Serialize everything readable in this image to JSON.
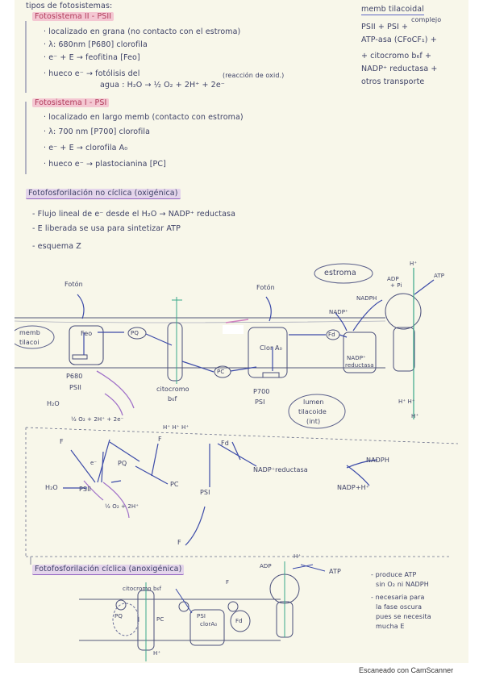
{
  "page": {
    "title": "tipos de fotosistemas:",
    "psii": {
      "heading": "Fotosistema II - PSII",
      "lines": [
        "· localizado en grana (no contacto con el estroma)",
        "· λ: 680nm [P680] clorofila",
        "· e⁻ + E → feofitina [Feo]",
        "· hueco e⁻ → fotólisis del",
        "agua : H₂O → ½ O₂ + 2H⁺ + 2e⁻"
      ],
      "note": "(reacción de oxid.)"
    },
    "psi": {
      "heading": "Fotosistema I - PSI",
      "lines": [
        "· localizado en largo memb (contacto con estroma)",
        "· λ: 700 nm [P700] clorofila",
        "· e⁻ + E → clorofila A₀",
        "· hueco e⁻ → plastocianina [PC]"
      ]
    },
    "side_note": {
      "title": "memb tilacoidal",
      "lines": [
        "PSII + PSI +",
        "ATP-asa (CFoCF₁) +",
        "+ citocromo b₆f +",
        "NADP⁺ reductasa +",
        "otros transporte"
      ],
      "small": "complejo"
    },
    "noncyclic": {
      "heading": "Fotofosforilación no cíclica (oxigénica)",
      "lines": [
        "- Flujo lineal de e⁻ desde el H₂O → NADP⁺ reductasa",
        "- E liberada se usa para sintetizar ATP",
        "- esquema Z"
      ]
    },
    "diagram1": {
      "estroma": "estroma",
      "foton1": "Fotón",
      "foton2": "Fotón",
      "memb": [
        "memb",
        "tilacoi"
      ],
      "feo": "Feo",
      "pq": "PQ",
      "pc": "PC",
      "p680": [
        "P680",
        "PSII"
      ],
      "h2o": "H₂O",
      "h2o_eq": "½ O₂ + 2H⁺ + 2e⁻",
      "citocromo": [
        "citocromo",
        "b₆f"
      ],
      "hh": "H⁺ H⁺ H⁺",
      "clor": "Clor A₀",
      "p700": [
        "P700",
        "PSI"
      ],
      "fd": "Fd",
      "nadp": "NADP⁺",
      "nadph": "NADPH",
      "nadpr": [
        "NADP⁺",
        "reductasa"
      ],
      "adp": [
        "ADP",
        "+ Pi"
      ],
      "atp": "ATP",
      "hplus": "H⁺",
      "lumen": [
        "lumen",
        "tilacoide",
        "(int)"
      ],
      "hh_right": "H⁺ H⁺",
      "h_right": "H⁺"
    },
    "diagram2": {
      "f1": "F",
      "f2": "F",
      "e": "e⁻",
      "h2o": "H₂O",
      "psii": "PSII",
      "pq": "PQ",
      "pc": "PC",
      "eq": "½ O₂ + 2H⁺",
      "fd": "Fd",
      "nadpr": "NADP⁺reductasa",
      "nadph": "NADPH",
      "nadph2": "NADP+H⁺",
      "psi": "PSI",
      "f3": "F"
    },
    "cyclic": {
      "heading": "Fotofosforilación cíclica (anoxigénica)",
      "citocromo": "citocromo b₆f",
      "f": "F",
      "pq": "PQ",
      "pc": "PC",
      "psi": "PSI",
      "clor": "clorA₀",
      "fd": "Fd",
      "adp": "ADP",
      "hplus": "H⁺",
      "atp": "ATP",
      "h_bottom": "H⁺",
      "notes": [
        "- produce ATP",
        "sin O₂ ni NADPH",
        "- necesaria para",
        "la fase oscura",
        "pues se necesita",
        "mucha E"
      ]
    },
    "footer": "Escaneado con CamScanner"
  }
}
